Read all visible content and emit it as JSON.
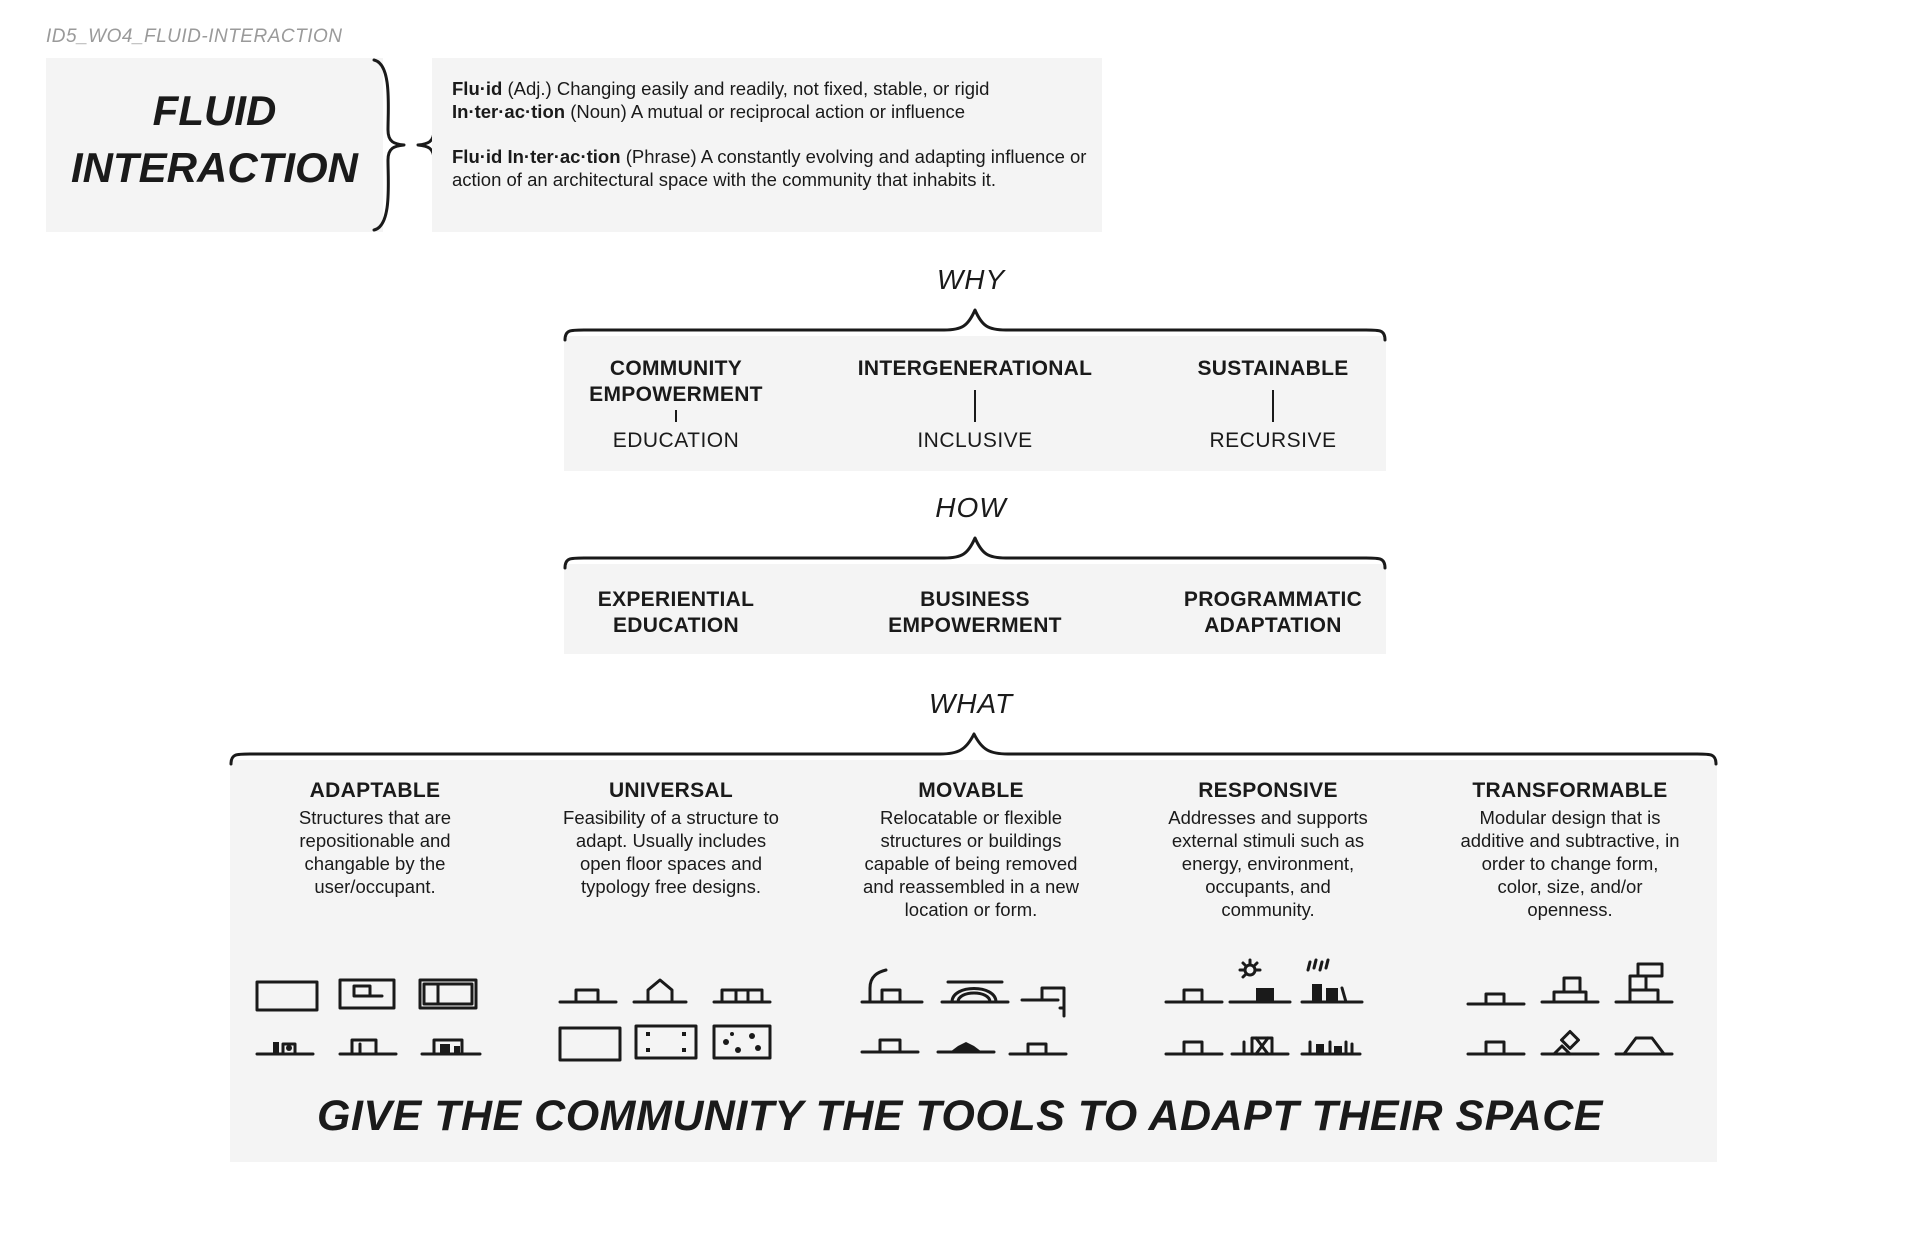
{
  "header": {
    "tag": "ID5_WO4_FLUID-INTERACTION",
    "title_line1": "FLUID",
    "title_line2": "INTERACTION"
  },
  "definitions": [
    {
      "term": "Flu·id",
      "pos": "(Adj.)",
      "text": "Changing easily and readily, not fixed, stable, or rigid"
    },
    {
      "term": "In·ter·ac·tion",
      "pos": "(Noun)",
      "text": "A mutual or reciprocal action or influence"
    },
    {
      "term": "Flu·id In·ter·ac·tion",
      "pos": "(Phrase)",
      "text": "A constantly evolving and adapting influence or action of an architectural space with the community that inhabits it."
    }
  ],
  "why": {
    "label": "WHY",
    "items": [
      {
        "title": "COMMUNITY EMPOWERMENT",
        "sub": "EDUCATION"
      },
      {
        "title": "INTERGENERATIONAL",
        "sub": "INCLUSIVE"
      },
      {
        "title": "SUSTAINABLE",
        "sub": "RECURSIVE"
      }
    ]
  },
  "how": {
    "label": "HOW",
    "items": [
      {
        "line1": "EXPERIENTIAL",
        "line2": "EDUCATION"
      },
      {
        "line1": "BUSINESS",
        "line2": "EMPOWERMENT"
      },
      {
        "line1": "PROGRAMMATIC",
        "line2": "ADAPTATION"
      }
    ]
  },
  "what": {
    "label": "WHAT",
    "columns": [
      {
        "title": "ADAPTABLE",
        "desc": "Structures that are repositionable and changable by the user/occupant."
      },
      {
        "title": "UNIVERSAL",
        "desc": "Feasibility of a structure to adapt. Usually includes open floor spaces and typology free designs."
      },
      {
        "title": "MOVABLE",
        "desc": "Relocatable or flexible structures or buildings capable of being removed and reassembled in a new location or form."
      },
      {
        "title": "RESPONSIVE",
        "desc": "Addresses and supports external stimuli such as energy, environment, occupants, and community."
      },
      {
        "title": "TRANSFORMABLE",
        "desc": "Modular design that is additive and subtractive, in order to change form, color, size, and/or openness."
      }
    ],
    "icons": [
      [
        "plan-rect-icon",
        "plan-rect-room-icon",
        "plan-rect-partition-icon",
        "section-furniture-icon",
        "section-box-icon",
        "section-furniture-box-icon"
      ],
      [
        "section-small-box-icon",
        "section-dome-icon",
        "section-long-box-icon",
        "plan-open-floor-icon",
        "plan-open-floor-dots-icon",
        "plan-open-floor-scatter-icon"
      ],
      [
        "section-crane-icon",
        "section-arch-icon",
        "section-flag-icon",
        "section-small-box-icon",
        "section-low-mound-icon",
        "section-small-box-icon"
      ],
      [
        "section-small-box-icon",
        "section-sun-box-icon",
        "section-rain-box-icon",
        "section-small-box-icon",
        "section-people-box-icon",
        "section-crowd-box-icon"
      ],
      [
        "section-small-box-icon",
        "section-stacked-two-icon",
        "section-stacked-three-icon",
        "section-small-box-icon",
        "section-rotated-box-icon",
        "section-trapezoid-icon"
      ]
    ]
  },
  "tagline": "GIVE THE COMMUNITY THE TOOLS TO ADAPT THEIR SPACE"
}
